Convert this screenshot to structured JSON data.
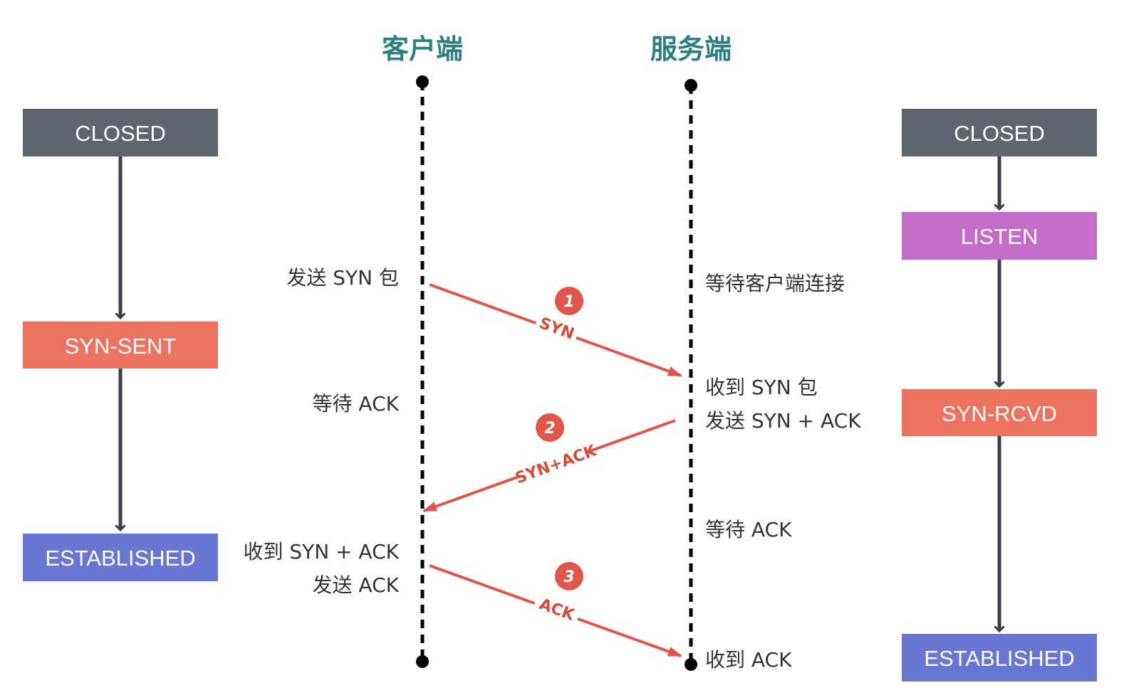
{
  "colors": {
    "closed": "#5f656e",
    "listen": "#c46dc8",
    "syn": "#ec7360",
    "established": "#6878d2",
    "arrow": "#e0564a",
    "title": "#2e7f80",
    "connector": "#3a3f47"
  },
  "lanes": {
    "client_title": "客户端",
    "server_title": "服务端"
  },
  "client_states": [
    {
      "label": "CLOSED",
      "kind": "closed"
    },
    {
      "label": "SYN-SENT",
      "kind": "syn"
    },
    {
      "label": "ESTABLISHED",
      "kind": "established"
    }
  ],
  "server_states": [
    {
      "label": "CLOSED",
      "kind": "closed"
    },
    {
      "label": "LISTEN",
      "kind": "listen"
    },
    {
      "label": "SYN-RCVD",
      "kind": "syn"
    },
    {
      "label": "ESTABLISHED",
      "kind": "established"
    }
  ],
  "client_notes": [
    "发送 SYN 包",
    "等待 ACK",
    "收到 SYN + ACK",
    "发送 ACK"
  ],
  "server_notes": [
    "等待客户端连接",
    "收到 SYN 包",
    "发送 SYN + ACK",
    "等待 ACK",
    "收到 ACK"
  ],
  "messages": [
    {
      "step": "1",
      "label": "SYN",
      "direction": "client-to-server"
    },
    {
      "step": "2",
      "label": "SYN+ACK",
      "direction": "server-to-client"
    },
    {
      "step": "3",
      "label": "ACK",
      "direction": "client-to-server"
    }
  ]
}
